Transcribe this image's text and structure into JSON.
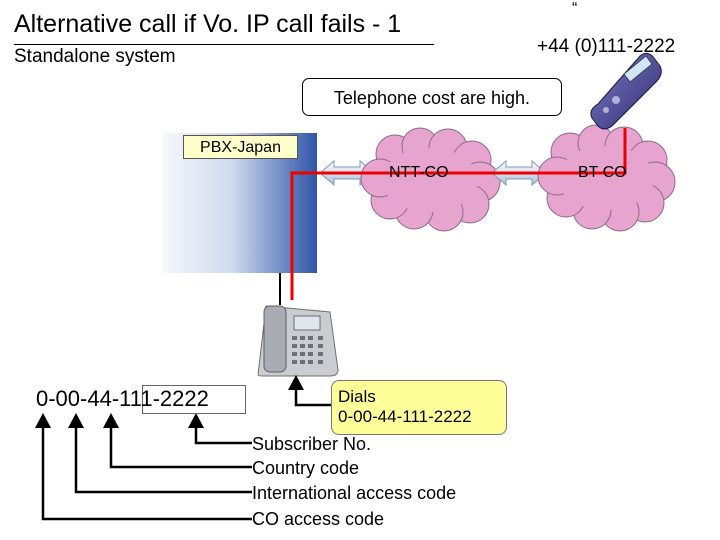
{
  "header": {
    "title": "Alternative call if Vo. IP call fails - 1",
    "subtitle": "Standalone system",
    "quote_mark": "“",
    "phone_number": "+44 (0)111-2222"
  },
  "callout": {
    "text": "Telephone cost are high."
  },
  "pbx": {
    "label": "PBX-Japan"
  },
  "clouds": {
    "left": "NTT-CO",
    "right": "BT CO"
  },
  "dials": {
    "line1": "Dials",
    "line2": "0-00-44-111-2222"
  },
  "dial_string": "0-00-44-111-2222",
  "legend": {
    "subscriber": "Subscriber No.",
    "country": "Country code",
    "international": "International access code",
    "co": "CO access code"
  },
  "colors": {
    "route": "#ee0000",
    "cloud": "#e7a4cf",
    "pbx": "#3b5eaf",
    "callout_bg": "#ffff99"
  },
  "icons": {
    "phone": "desk-phone-icon",
    "mobile": "mobile-phone-icon"
  }
}
